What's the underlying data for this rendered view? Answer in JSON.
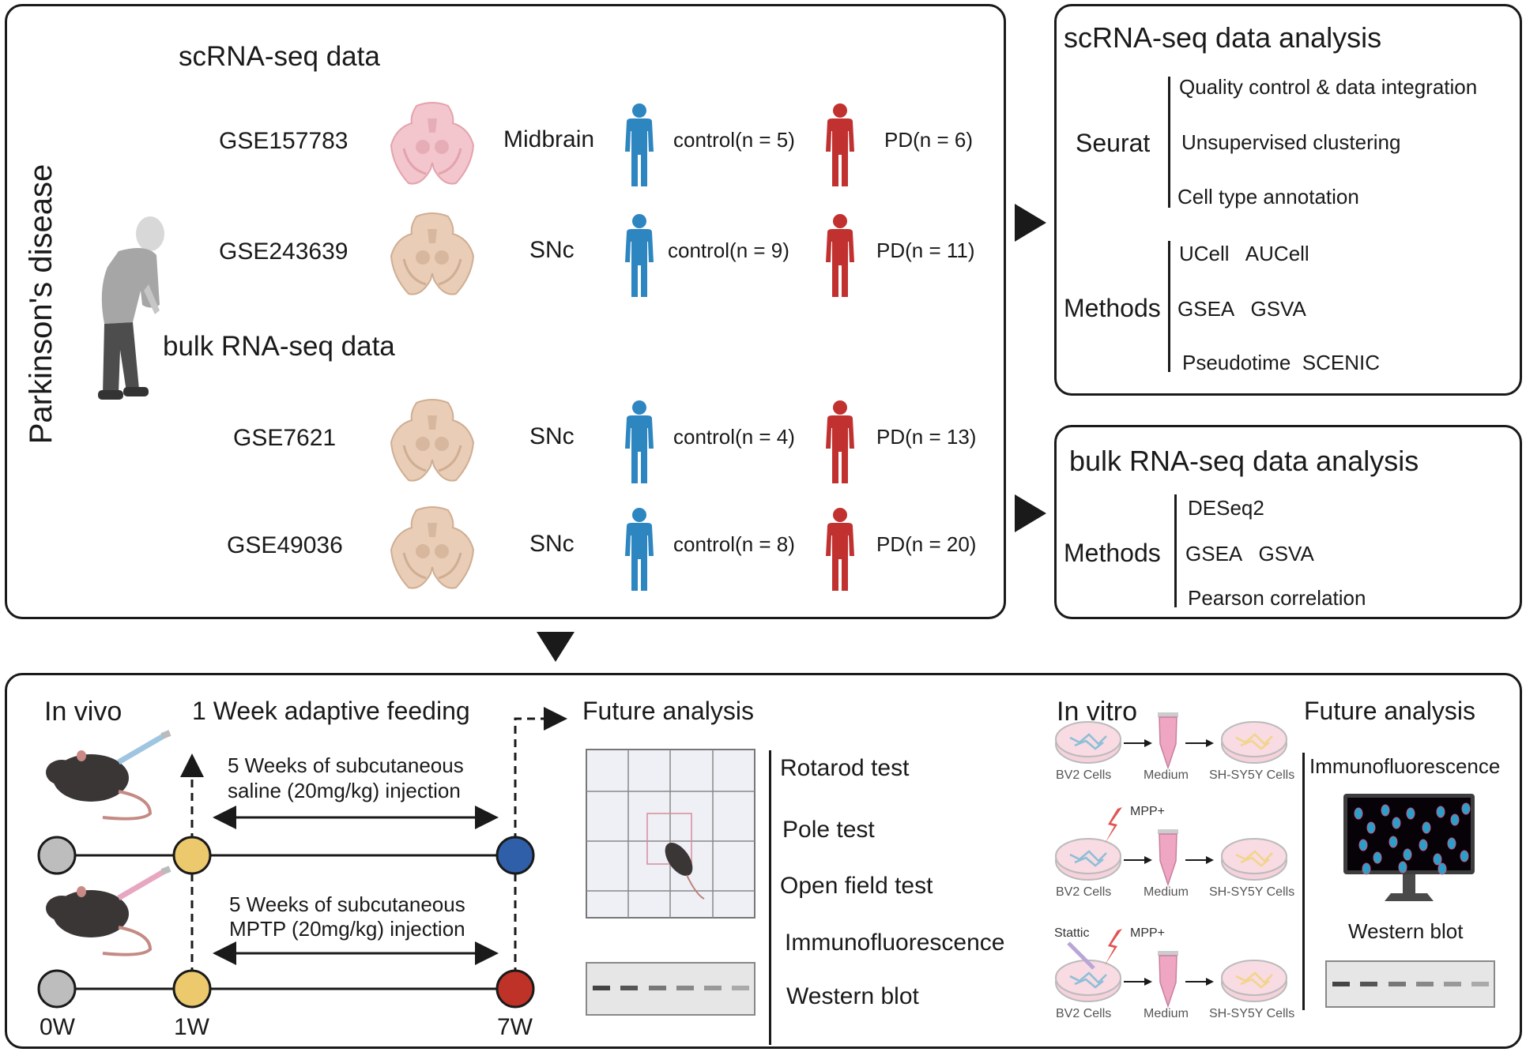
{
  "panel_datasets": {
    "side_label": "Parkinson's disease",
    "sc_heading": "scRNA-seq data",
    "bulk_heading": "bulk RNA-seq data",
    "rows": [
      {
        "id": "GSE157783",
        "tissue": "Midbrain",
        "control": "control(n = 5)",
        "pd": "PD(n = 6)",
        "brain_color": "#f2c6cc"
      },
      {
        "id": "GSE243639",
        "tissue": "SNc",
        "control": "control(n = 9)",
        "pd": "PD(n = 11)",
        "brain_color": "#e9cdb6"
      },
      {
        "id": "GSE7621",
        "tissue": "SNc",
        "control": "control(n = 4)",
        "pd": "PD(n = 13)",
        "brain_color": "#e9cdb6"
      },
      {
        "id": "GSE49036",
        "tissue": "SNc",
        "control": "control(n = 8)",
        "pd": "PD(n = 20)",
        "brain_color": "#e9cdb6"
      }
    ],
    "control_color": "#2e86c1",
    "pd_color": "#c0312f"
  },
  "sc_analysis": {
    "title": "scRNA-seq data analysis",
    "groups": [
      {
        "label": "Seurat",
        "items": [
          "Quality control & data integration",
          "Unsupervised clustering",
          "Cell type annotation"
        ]
      },
      {
        "label": "Methods",
        "items": [
          "UCell   AUCell",
          "GSEA   GSVA",
          "Pseudotime  SCENIC"
        ]
      }
    ]
  },
  "bulk_analysis": {
    "title": "bulk RNA-seq data analysis",
    "groups": [
      {
        "label": "Methods",
        "items": [
          "DESeq2",
          "GSEA   GSVA",
          "Pearson correlation"
        ]
      }
    ]
  },
  "in_vivo": {
    "heading": "In vivo",
    "feeding": "1 Week adaptive feeding",
    "saline_line1": "5 Weeks of subcutaneous",
    "saline_line2": "saline (20mg/kg) injection",
    "mptp_line1": "5 Weeks of subcutaneous",
    "mptp_line2": "MPTP (20mg/kg) injection",
    "timepoints": [
      "0W",
      "1W",
      "7W"
    ],
    "colors": {
      "start": "#bdbdbd",
      "week1": "#edc96e",
      "saline_end": "#2f5fa8",
      "mptp_end": "#bf3228"
    }
  },
  "future_vivo": {
    "heading": "Future analysis",
    "tests": [
      "Rotarod test",
      "Pole test",
      "Open field test",
      "Immunofluorescence",
      "Western blot"
    ]
  },
  "in_vitro": {
    "heading": "In vitro",
    "rows": [
      {
        "dish1": "BV2 Cells",
        "tube": "Medium",
        "dish2": "SH-SY5Y Cells",
        "treat1": "",
        "treat2": ""
      },
      {
        "dish1": "BV2 Cells",
        "tube": "Medium",
        "dish2": "SH-SY5Y Cells",
        "treat1": "",
        "treat2": "MPP+"
      },
      {
        "dish1": "BV2 Cells",
        "tube": "Medium",
        "dish2": "SH-SY5Y Cells",
        "treat1": "Stattic",
        "treat2": "MPP+"
      }
    ]
  },
  "future_vitro": {
    "heading": "Future analysis",
    "items": [
      "Immunofluorescence",
      "Western blot"
    ]
  }
}
